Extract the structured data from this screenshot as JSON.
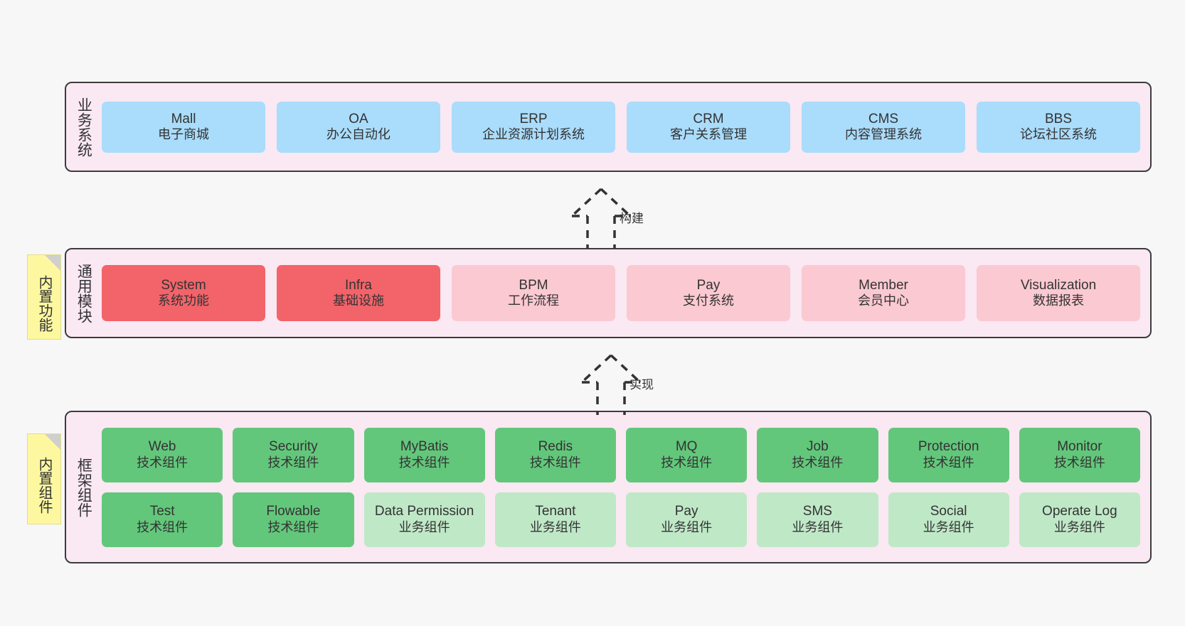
{
  "diagram": {
    "title": "System Architecture Layers",
    "background_color": "#f7f7f7",
    "band_fill": "#fae8f3",
    "band_border": "#3c3c3c"
  },
  "notes": [
    {
      "id": "builtin-function",
      "label": "内置功能",
      "color": "#fdf7a0"
    },
    {
      "id": "builtin-component",
      "label": "内置组件",
      "color": "#fdf7a0"
    }
  ],
  "connectors": [
    {
      "id": "build",
      "label": "构建",
      "style": "dashed-hollow-arrow",
      "direction": "up"
    },
    {
      "id": "implement",
      "label": "实现",
      "style": "dashed-hollow-arrow",
      "direction": "up"
    }
  ],
  "bands": [
    {
      "id": "business-systems",
      "title": "业务系统",
      "rows": [
        {
          "cards": [
            {
              "name": "Mall",
              "sub": "电子商城",
              "color": "#aadcfb",
              "variant": "blue"
            },
            {
              "name": "OA",
              "sub": "办公自动化",
              "color": "#aadcfb",
              "variant": "blue"
            },
            {
              "name": "ERP",
              "sub": "企业资源计划系统",
              "color": "#aadcfb",
              "variant": "blue"
            },
            {
              "name": "CRM",
              "sub": "客户关系管理",
              "color": "#aadcfb",
              "variant": "blue"
            },
            {
              "name": "CMS",
              "sub": "内容管理系统",
              "color": "#aadcfb",
              "variant": "blue"
            },
            {
              "name": "BBS",
              "sub": "论坛社区系统",
              "color": "#aadcfb",
              "variant": "blue"
            }
          ]
        }
      ]
    },
    {
      "id": "common-modules",
      "title": "通用模块",
      "rows": [
        {
          "cards": [
            {
              "name": "System",
              "sub": "系统功能",
              "color": "#f2646a",
              "variant": "red"
            },
            {
              "name": "Infra",
              "sub": "基础设施",
              "color": "#f2646a",
              "variant": "red"
            },
            {
              "name": "BPM",
              "sub": "工作流程",
              "color": "#fbc9d1",
              "variant": "pink"
            },
            {
              "name": "Pay",
              "sub": "支付系统",
              "color": "#fbc9d1",
              "variant": "pink"
            },
            {
              "name": "Member",
              "sub": "会员中心",
              "color": "#fbc9d1",
              "variant": "pink"
            },
            {
              "name": "Visualization",
              "sub": "数据报表",
              "color": "#fbc9d1",
              "variant": "pink"
            }
          ]
        }
      ]
    },
    {
      "id": "framework-components",
      "title": "框架组件",
      "rows": [
        {
          "cards": [
            {
              "name": "Web",
              "sub": "技术组件",
              "color": "#63c77b",
              "variant": "green"
            },
            {
              "name": "Security",
              "sub": "技术组件",
              "color": "#63c77b",
              "variant": "green"
            },
            {
              "name": "MyBatis",
              "sub": "技术组件",
              "color": "#63c77b",
              "variant": "green"
            },
            {
              "name": "Redis",
              "sub": "技术组件",
              "color": "#63c77b",
              "variant": "green"
            },
            {
              "name": "MQ",
              "sub": "技术组件",
              "color": "#63c77b",
              "variant": "green"
            },
            {
              "name": "Job",
              "sub": "技术组件",
              "color": "#63c77b",
              "variant": "green"
            },
            {
              "name": "Protection",
              "sub": "技术组件",
              "color": "#63c77b",
              "variant": "green"
            },
            {
              "name": "Monitor",
              "sub": "技术组件",
              "color": "#63c77b",
              "variant": "green"
            }
          ]
        },
        {
          "cards": [
            {
              "name": "Test",
              "sub": "技术组件",
              "color": "#63c77b",
              "variant": "green"
            },
            {
              "name": "Flowable",
              "sub": "技术组件",
              "color": "#63c77b",
              "variant": "green"
            },
            {
              "name": "Data Permission",
              "sub": "业务组件",
              "color": "#bfe8c7",
              "variant": "lightgreen"
            },
            {
              "name": "Tenant",
              "sub": "业务组件",
              "color": "#bfe8c7",
              "variant": "lightgreen"
            },
            {
              "name": "Pay",
              "sub": "业务组件",
              "color": "#bfe8c7",
              "variant": "lightgreen"
            },
            {
              "name": "SMS",
              "sub": "业务组件",
              "color": "#bfe8c7",
              "variant": "lightgreen"
            },
            {
              "name": "Social",
              "sub": "业务组件",
              "color": "#bfe8c7",
              "variant": "lightgreen"
            },
            {
              "name": "Operate Log",
              "sub": "业务组件",
              "color": "#bfe8c7",
              "variant": "lightgreen"
            }
          ]
        }
      ]
    }
  ]
}
